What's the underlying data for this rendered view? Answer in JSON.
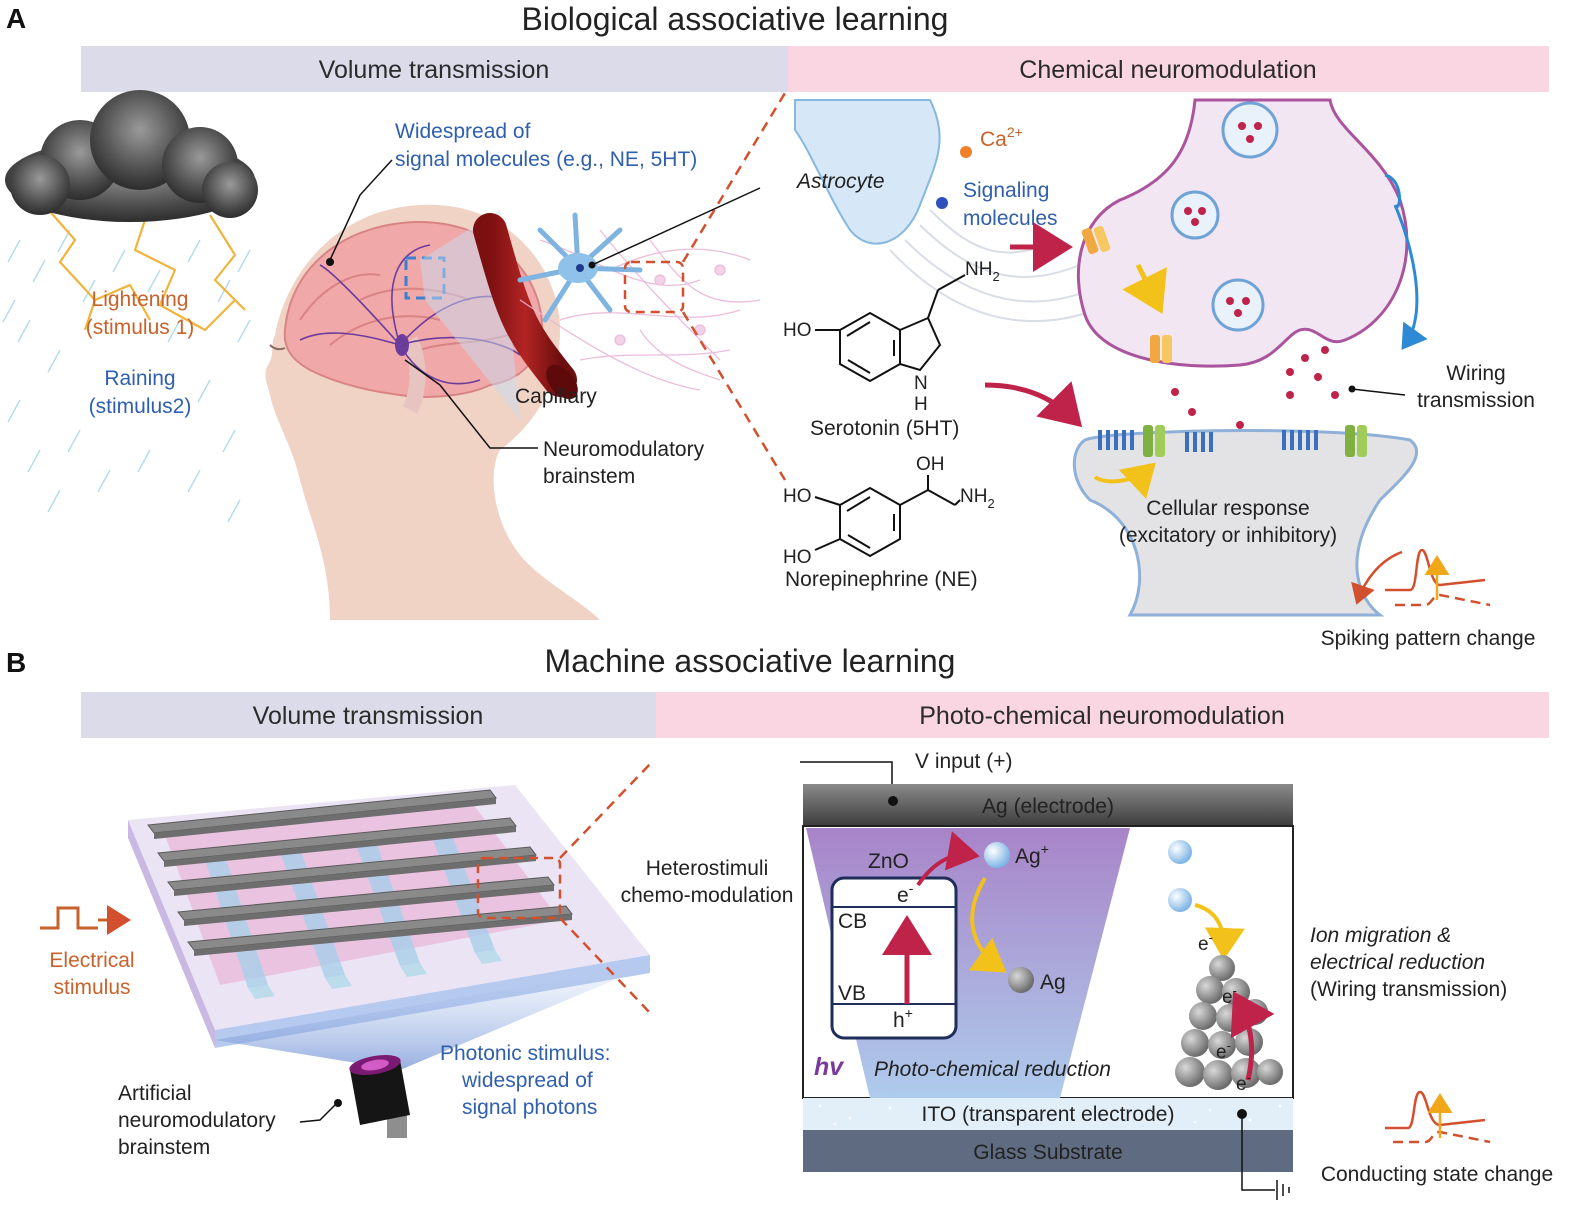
{
  "panel_a": {
    "letter": "A",
    "title": "Biological associative learning",
    "band_left": "Volume transmission",
    "band_right": "Chemical neuromodulation",
    "lightening_1": "Lightening",
    "lightening_2": "(stimulus 1)",
    "raining_1": "Raining",
    "raining_2": "(stimulus2)",
    "widespread_1": "Widespread of",
    "widespread_2": "signal molecules (e.g., NE, 5HT)",
    "neuromodulatory_1": "Neuromodulatory",
    "neuromodulatory_2": "brainstem",
    "capillary": "Capillary",
    "astrocyte": "Astrocyte",
    "ca_base": "Ca",
    "ca_sup": "2+",
    "signaling_1": "Signaling",
    "signaling_2": "molecules",
    "serotonin_nh2": "NH",
    "serotonin_ho": "HO",
    "serotonin_h": "H",
    "serotonin_n": "N",
    "serotonin_label": "Serotonin (5HT)",
    "ne_oh": "OH",
    "ne_ho1": "HO",
    "ne_ho2": "HO",
    "ne_nh2": "NH",
    "sub_2": "2",
    "ne_label": "Norepinephrine (NE)",
    "wiring_1": "Wiring",
    "wiring_2": "transmission",
    "cellular_1": "Cellular response",
    "cellular_2": "(excitatory or inhibitory)",
    "spiking": "Spiking pattern change"
  },
  "panel_b": {
    "letter": "B",
    "title": "Machine associative learning",
    "band_left": "Volume transmission",
    "band_right": "Photo-chemical neuromodulation",
    "electrical_1": "Electrical",
    "electrical_2": "stimulus",
    "artificial_1": "Artificial",
    "artificial_2": "neuromodulatory",
    "artificial_3": "brainstem",
    "photonic_1": "Photonic stimulus:",
    "photonic_2": "widespread of",
    "photonic_3": "signal photons",
    "hetero_1": "Heterostimuli",
    "hetero_2": "chemo-modulation",
    "v_input": "V input (+)",
    "ag_electrode": "Ag (electrode)",
    "zno": "ZnO",
    "e_minus": "e",
    "minus": "-",
    "cb": "CB",
    "vb": "VB",
    "h_plus": "h",
    "plus": "+",
    "ag_plus": "Ag",
    "ag": "Ag",
    "hv": "hv",
    "photo_reduction": "Photo-chemical reduction",
    "ito": "ITO (transparent electrode)",
    "glass": "Glass Substrate",
    "ion_1": "Ion migration &",
    "ion_2": "electrical reduction",
    "ion_3": "(Wiring transmission)",
    "conducting": "Conducting state change"
  },
  "colors": {
    "band_left": "#dcdbe9",
    "band_right": "#f9d6e1",
    "orange": "#c8622c",
    "blue": "#2f5fae",
    "red_arrow": "#c0234a",
    "yellow_arrow": "#f2c21a",
    "dashed_red": "#d2502e",
    "synapse_fill": "#f3e6f3",
    "synapse_stroke": "#a9549c",
    "post_fill": "#e3e3e6",
    "ag_bar": "#5a5a5a",
    "glass_bar": "#5f6b80",
    "ito_bar": "#e2eef8",
    "purple_cone": "#a98acb"
  },
  "icons": {
    "cloud": "storm-cloud-icon",
    "head": "human-head-brain-icon",
    "astrocyte": "astrocyte-cell-icon",
    "light_source": "light-source-icon",
    "ground": "ground-symbol-icon"
  }
}
